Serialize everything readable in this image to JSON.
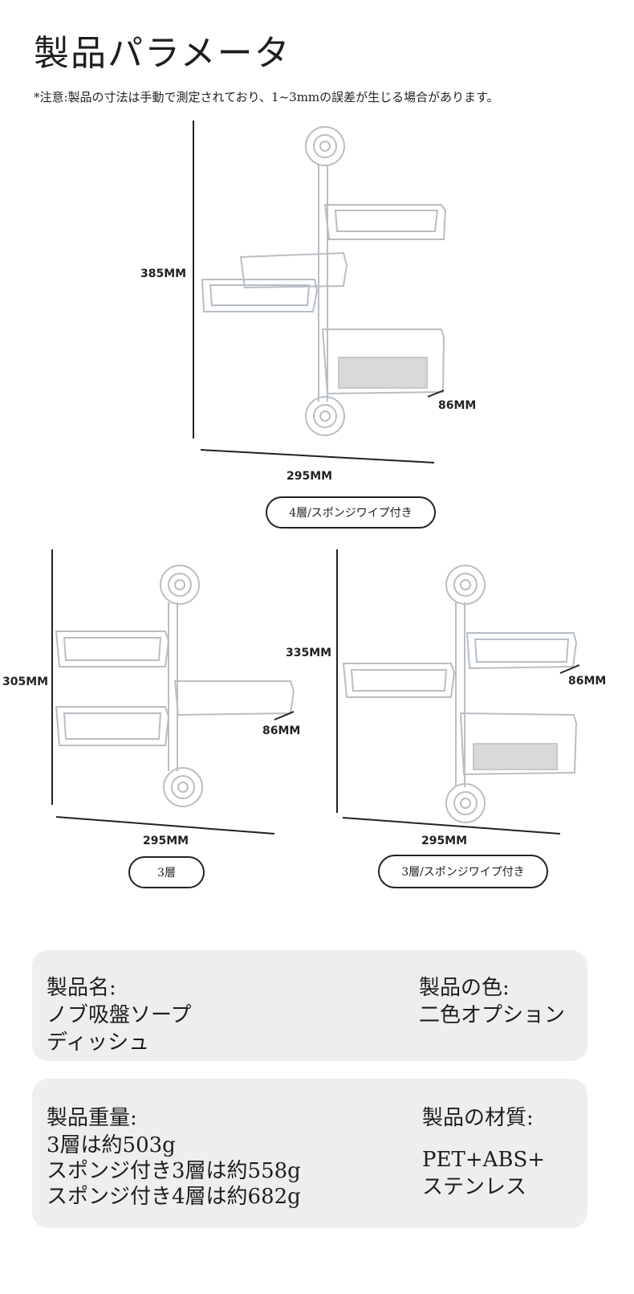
{
  "header": {
    "title": "製品パラメータ",
    "note": "*注意:製品の寸法は手動で測定されており、1~3mmの誤差が生じる場合があります。"
  },
  "diagrams": {
    "top": {
      "height": "385MM",
      "width": "295MM",
      "depth": "86MM",
      "variant": "4層/スポンジワイプ付き"
    },
    "left": {
      "height": "305MM",
      "width": "295MM",
      "depth": "86MM",
      "variant": "3層"
    },
    "right": {
      "height": "335MM",
      "width": "295MM",
      "depth": "86MM",
      "variant": "3層/スポンジワイプ付き"
    }
  },
  "specs": {
    "name_label": "製品名:",
    "name_value": "ノブ吸盤ソープ\nディッシュ",
    "color_label": "製品の色:",
    "color_value": "二色オプション",
    "weight_label": "製品重量:",
    "weight_values": [
      "3層は約503g",
      "スポンジ付き3層は約558g",
      "スポンジ付き4層は約682g"
    ],
    "material_label": "製品の材質:",
    "material_value": "PET+ABS+\nステンレス"
  }
}
